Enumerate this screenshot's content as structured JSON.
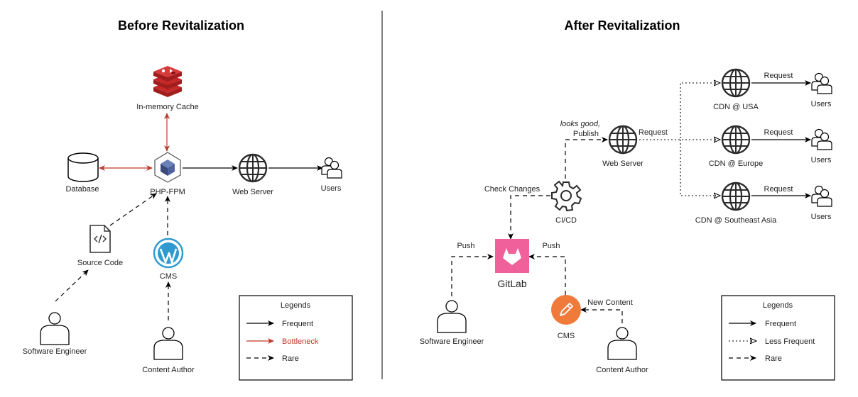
{
  "titles": {
    "before": "Before Revitalization",
    "after": "After Revitalization"
  },
  "before": {
    "cache": "In-memory Cache",
    "database": "Database",
    "phpfpm": "PHP-FPM",
    "webserver": "Web Server",
    "users": "Users",
    "source_code": "Source Code",
    "cms": "CMS",
    "software_engineer": "Software Engineer",
    "content_author": "Content Author",
    "legend": {
      "title": "Legends",
      "frequent": "Frequent",
      "bottleneck": "Bottleneck",
      "rare": "Rare"
    }
  },
  "after": {
    "webserver": "Web Server",
    "cdn_usa": "CDN @ USA",
    "cdn_europe": "CDN @ Europe",
    "cdn_sea": "CDN @ Southeast Asia",
    "users_1": "Users",
    "users_2": "Users",
    "users_3": "Users",
    "request_1": "Request",
    "request_2": "Request",
    "request_3": "Request",
    "request_ws": "Request",
    "looks_good": "looks good,",
    "publish": "Publish",
    "check_changes": "Check Changes",
    "cicd": "CI/CD",
    "push_left": "Push",
    "push_right": "Push",
    "gitlab": "GitLab",
    "cms": "CMS",
    "new_content": "New Content",
    "software_engineer": "Software Engineer",
    "content_author": "Content Author",
    "legend": {
      "title": "Legends",
      "frequent": "Frequent",
      "less_frequent": "Less Frequent",
      "rare": "Rare"
    }
  },
  "colors": {
    "bottleneck": "#c0392b",
    "redis": "#c62828",
    "wordpress": "#2f9ad0",
    "gitlab": "#f0609a",
    "cms_orange": "#f07a3a",
    "php_cube": "#3b4a7a"
  }
}
